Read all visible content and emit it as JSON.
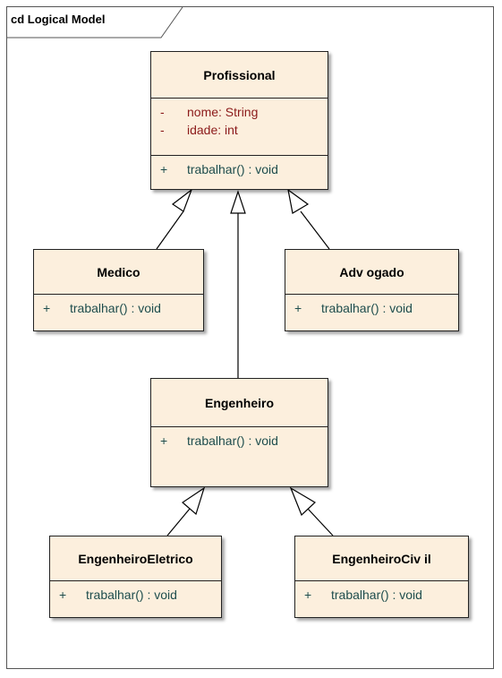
{
  "diagram": {
    "frame_label": "cd Logical Model"
  },
  "classes": {
    "profissional": {
      "name": "Profissional",
      "attributes": [
        {
          "visibility": "-",
          "text": "nome: String"
        },
        {
          "visibility": "-",
          "text": "idade: int"
        }
      ],
      "operations": [
        {
          "visibility": "+",
          "text": "trabalhar() : void"
        }
      ]
    },
    "medico": {
      "name": "Medico",
      "operations": [
        {
          "visibility": "+",
          "text": "trabalhar() : void"
        }
      ]
    },
    "advogado": {
      "name": "Adv ogado",
      "operations": [
        {
          "visibility": "+",
          "text": "trabalhar() : void"
        }
      ]
    },
    "engenheiro": {
      "name": "Engenheiro",
      "operations": [
        {
          "visibility": "+",
          "text": "trabalhar() : void"
        }
      ]
    },
    "engenheiro_eletrico": {
      "name": "EngenheiroEletrico",
      "operations": [
        {
          "visibility": "+",
          "text": "trabalhar() : void"
        }
      ]
    },
    "engenheiro_civil": {
      "name": "EngenheiroCiv il",
      "operations": [
        {
          "visibility": "+",
          "text": "trabalhar() : void"
        }
      ]
    }
  },
  "relations": [
    {
      "type": "generalization",
      "from": "medico",
      "to": "profissional"
    },
    {
      "type": "generalization",
      "from": "engenheiro",
      "to": "profissional"
    },
    {
      "type": "generalization",
      "from": "advogado",
      "to": "profissional"
    },
    {
      "type": "generalization",
      "from": "engenheiro_eletrico",
      "to": "engenheiro"
    },
    {
      "type": "generalization",
      "from": "engenheiro_civil",
      "to": "engenheiro"
    }
  ],
  "colors": {
    "class_fill": "#fcefdd",
    "attribute_text": "#8b1a1a",
    "operation_text": "#1e4d4d"
  }
}
